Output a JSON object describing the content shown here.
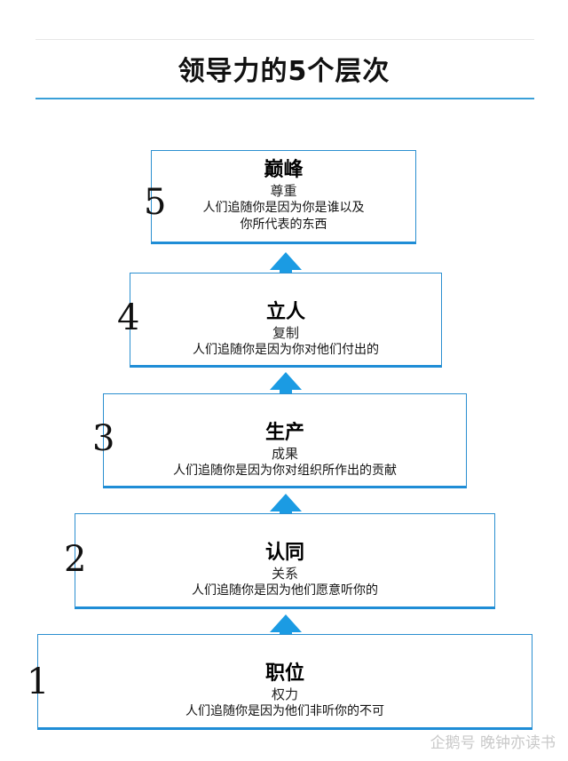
{
  "title": "领导力的5个层次",
  "colors": {
    "accent": "#1f8dd6",
    "arrow": "#1b9be3"
  },
  "levels": [
    {
      "number": "5",
      "name": "巅峰",
      "subtitle": "尊重",
      "desc1": "人们追随你是因为你是谁以及",
      "desc2": "你所代表的东西"
    },
    {
      "number": "4",
      "name": "立人",
      "subtitle": "复制",
      "desc1": "人们追随你是因为你对他们付出的",
      "desc2": ""
    },
    {
      "number": "3",
      "name": "生产",
      "subtitle": "成果",
      "desc1": "人们追随你是因为你对组织所作出的贡献",
      "desc2": ""
    },
    {
      "number": "2",
      "name": "认同",
      "subtitle": "关系",
      "desc1": "人们追随你是因为他们愿意听你的",
      "desc2": ""
    },
    {
      "number": "1",
      "name": "职位",
      "subtitle": "权力",
      "desc1": "人们追随你是因为他们非听你的不可",
      "desc2": ""
    }
  ],
  "watermark": "企鹅号 晚钟亦读书"
}
